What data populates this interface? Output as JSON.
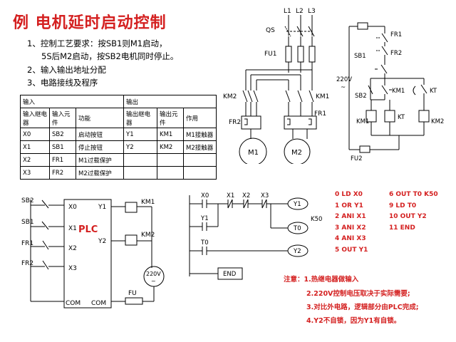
{
  "title": "例  电机延时启动控制",
  "requirements": {
    "item1_line1": "1、控制工艺要求：按SB1则M1启动，",
    "item1_line2": "5S后M2启动，按SB2电机同时停止。",
    "item2": "2、输入输出地址分配",
    "item3": "3、电路接线及程序"
  },
  "io_table": {
    "input_header": "输入",
    "output_header": "输出",
    "col_in_device": "输入继电器",
    "col_in_element": "输入元件",
    "col_in_function": "功能",
    "col_out_device": "输出继电器",
    "col_out_element": "输出元件",
    "col_out_function": "作用",
    "rows": [
      [
        "X0",
        "SB2",
        "启动按钮",
        "Y1",
        "KM1",
        "M1接触器"
      ],
      [
        "X1",
        "SB1",
        "停止按钮",
        "Y2",
        "KM2",
        "M2接触器"
      ],
      [
        "X2",
        "FR1",
        "M1过载保护",
        "",
        "",
        ""
      ],
      [
        "X3",
        "FR2",
        "M2过载保护",
        "",
        "",
        ""
      ]
    ]
  },
  "main_circuit": {
    "phase_l1": "L1",
    "phase_l2": "L2",
    "phase_l3": "L3",
    "qs": "QS",
    "fu1": "FU1",
    "km1": "KM1",
    "km2": "KM2",
    "fr1": "FR1",
    "fr2": "FR2",
    "m1": "M1",
    "m2": "M2"
  },
  "control_circuit": {
    "fr1": "FR1",
    "fr2": "FR2",
    "sb1": "SB1",
    "sb2": "SB2",
    "voltage": "220V",
    "tilde": "~",
    "km1_contact": "KM1",
    "kt_contact": "KT",
    "km1_coil": "KM1",
    "kt_coil": "KT",
    "km2_coil": "KM2",
    "fu2": "FU2"
  },
  "plc_wiring": {
    "plc": "PLC",
    "sb2": "SB2",
    "sb1": "SB1",
    "fr1": "FR1",
    "fr2": "FR2",
    "x0": "X0",
    "x1": "X1",
    "x2": "X2",
    "x3": "X3",
    "y1": "Y1",
    "y2": "Y2",
    "com_left": "COM",
    "com_right": "COM",
    "km1": "KM1",
    "km2": "KM2",
    "voltage": "220V",
    "tilde": "~",
    "fu": "FU"
  },
  "ladder": {
    "x0": "X0",
    "x1": "X1",
    "x2": "X2",
    "x3": "X3",
    "y1_contact": "Y1",
    "y1_coil": "Y1",
    "t0_coil": "T0",
    "k50": "K50",
    "t0_contact": "T0",
    "y2_coil": "Y2",
    "end": "END"
  },
  "instructions": {
    "left": [
      "0   LD   X0",
      "1   OR   Y1",
      "2   ANI  X1",
      "3   ANI  X2",
      "4   ANI  X3",
      "5   OUT  Y1"
    ],
    "right": [
      "6   OUT T0  K50",
      "9   LD    T0",
      "10  OUT  Y2",
      "11  END"
    ]
  },
  "notes": {
    "n1": "注意：1.热继电器做输入",
    "n2": "2.220V控制电压取决于实际需要;",
    "n3": "3.对比外电路，逻辑部分由PLC完成;",
    "n4": "4.Y2不自锁，因为Y1有自锁。"
  }
}
